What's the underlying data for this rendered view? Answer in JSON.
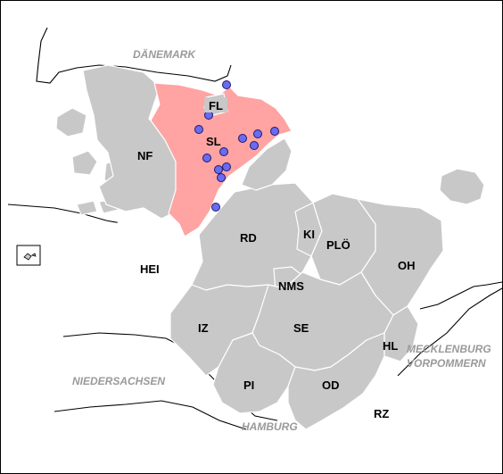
{
  "map": {
    "highlight_color": "#ffa3a3",
    "district_color": "#c8c8c8",
    "outside_color": "#ffffff",
    "marker_color": "#6b6bf0",
    "districts": {
      "nf": "NF",
      "fl": "FL",
      "sl": "SL",
      "rd": "RD",
      "hei": "HEI",
      "ki": "KI",
      "plo": "PLÖ",
      "oh": "OH",
      "nms": "NMS",
      "iz": "IZ",
      "se": "SE",
      "hl": "HL",
      "pi": "PI",
      "od": "OD",
      "rz": "RZ"
    },
    "neighbors": {
      "denmark": "DÄNEMARK",
      "niedersachsen": "NIEDERSACHSEN",
      "hamburg": "HAMBURG",
      "mecklenburg_line1": "MECKLENBURG",
      "mecklenburg_line2": "VORPOMMERN"
    },
    "inset_icon": "island-inset-icon"
  }
}
